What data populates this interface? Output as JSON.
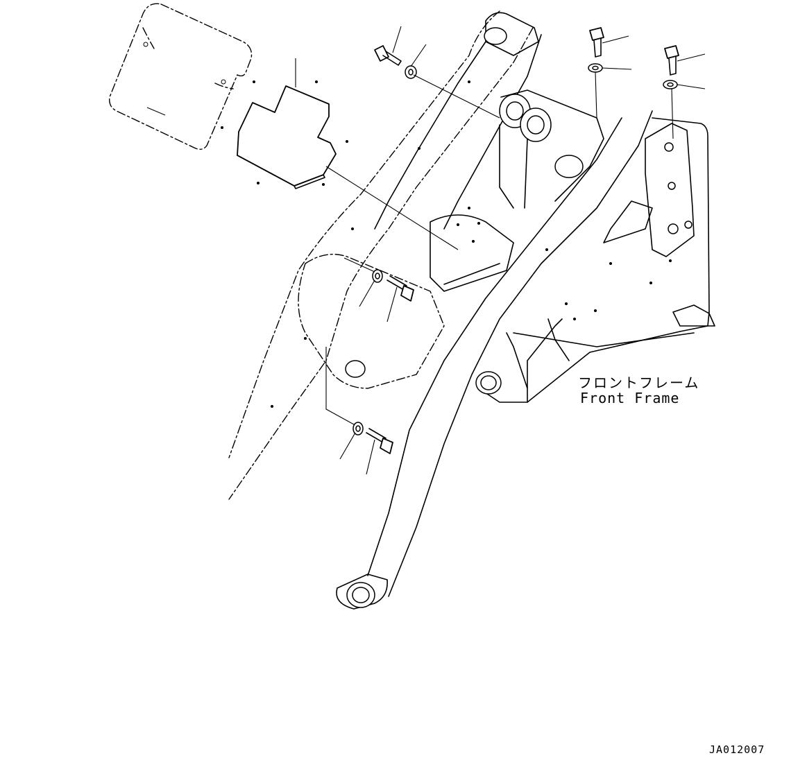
{
  "labels": {
    "part_name_jp": "フロントフレーム",
    "part_name_en": "Front Frame",
    "drawing_code": "JA012007"
  },
  "colors": {
    "line": "#000000",
    "background": "#ffffff"
  },
  "icons": [
    "bolt-icon",
    "washer-icon",
    "cover-plate",
    "mat-panel"
  ]
}
